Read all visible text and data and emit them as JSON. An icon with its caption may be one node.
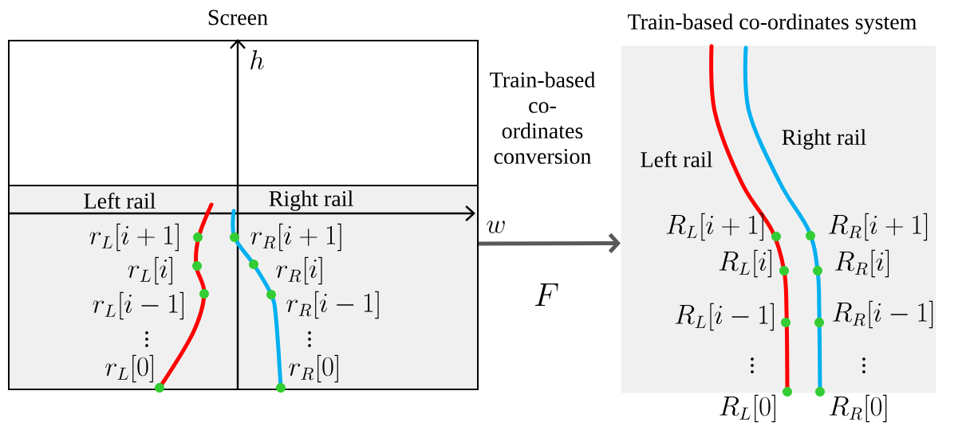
{
  "diagram": {
    "nodes": [
      {
        "text": [
          "Screen"
        ]
      },
      {
        "text": [
          "Train-based co-ordinates system"
        ]
      }
    ],
    "edges": [
      {
        "from": 0,
        "to": 1,
        "arrow": "to",
        "label": "F"
      }
    ],
    "labels": [
      "h",
      "w",
      "Left rail",
      "Right rail",
      "r_L[i+1]",
      "r_L[i]",
      "r_L[i-1]",
      "\\vdots",
      "r_L[0]",
      "r_R[i+1]",
      "r_R[i]",
      "r_R[i-1]",
      "\\vdots",
      "r_R[0]",
      "Train-based co-ordinates conversion",
      "Left rail",
      "Right rail",
      "R_L[i+1]",
      "R_L[i]",
      "R_L[i-1]",
      "\\vdots",
      "R_L[0]",
      "R_R[i+1]",
      "R_R[i]",
      "R_R[i-1]",
      "\\vdots",
      "R_R[0]"
    ]
  }
}
